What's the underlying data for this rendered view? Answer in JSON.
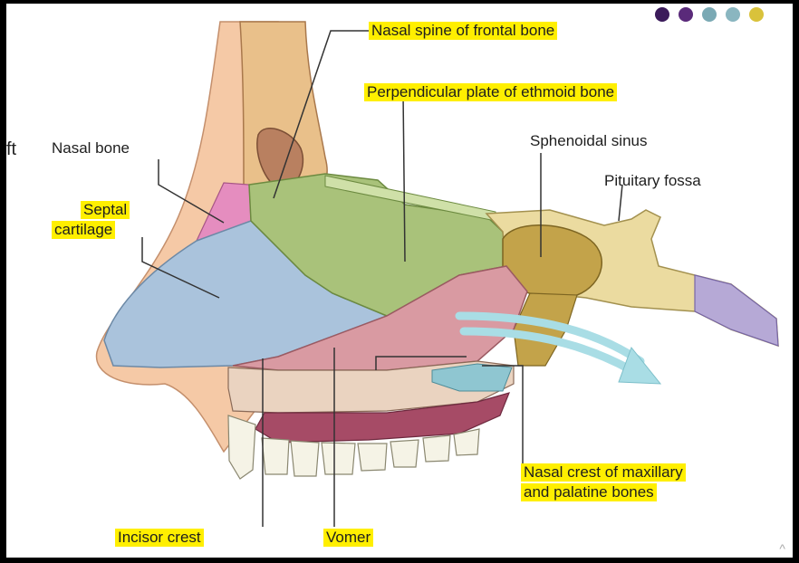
{
  "labels": {
    "nasal_spine": "Nasal spine of frontal bone",
    "perpendicular_plate": "Perpendicular plate of ethmoid bone",
    "nasal_bone": "Nasal bone",
    "sphenoidal_sinus": "Sphenoidal sinus",
    "pituitary_fossa": "Pituitary fossa",
    "septal_cartilage_1": "Septal",
    "septal_cartilage_2": "cartilage",
    "nasal_crest_1": "Nasal crest of maxillary",
    "nasal_crest_2": "and palatine bones",
    "incisor_crest": "Incisor crest",
    "vomer": "Vomer"
  },
  "stray_text": "ft",
  "colors": {
    "highlight": "#ffef00",
    "septal_cartilage": "#aac3dc",
    "ethmoid": "#a9c27a",
    "vomer": "#d99aa2",
    "sphenoid": "#ebdba0",
    "sinus": "#c3a34a",
    "skin": "#f5c9a6",
    "nasal_bone": "#e58dbf",
    "palatine": "#8fc6d1",
    "arrow": "#a9dde5"
  },
  "slide_dots": [
    "#3b1b5a",
    "#5a2a7a",
    "#7aa9b4",
    "#8ab6c0",
    "#d9c23b"
  ]
}
